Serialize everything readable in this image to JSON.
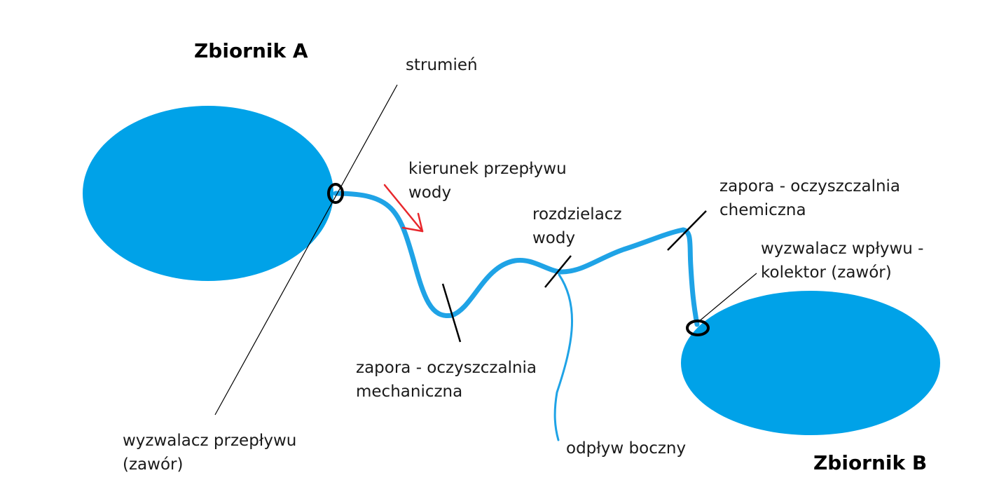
{
  "colors": {
    "reservoir": "#00A2E8",
    "stream": "#1FA3E6",
    "pointer_line": "#000000",
    "flow_arrow": "#E8272C"
  },
  "reservoir_a": {
    "title": "Zbiornik A"
  },
  "reservoir_b": {
    "title": "Zbiornik B"
  },
  "labels": {
    "stream": "strumień",
    "flow_direction": [
      "kierunek przepływu",
      "wody"
    ],
    "water_splitter": [
      "rozdzielacz",
      "wody"
    ],
    "chemical_dam": [
      "zapora - oczyszczalnia",
      "chemiczna"
    ],
    "inflow_trigger": [
      "wyzwalacz wpływu -",
      "kolektor (zawór)"
    ],
    "mechanical_dam": [
      "zapora - oczyszczalnia",
      "mechaniczna"
    ],
    "side_outflow": "odpływ boczny",
    "outflow_trigger": [
      "wyzwalacz przepływu",
      "(zawór)"
    ]
  }
}
